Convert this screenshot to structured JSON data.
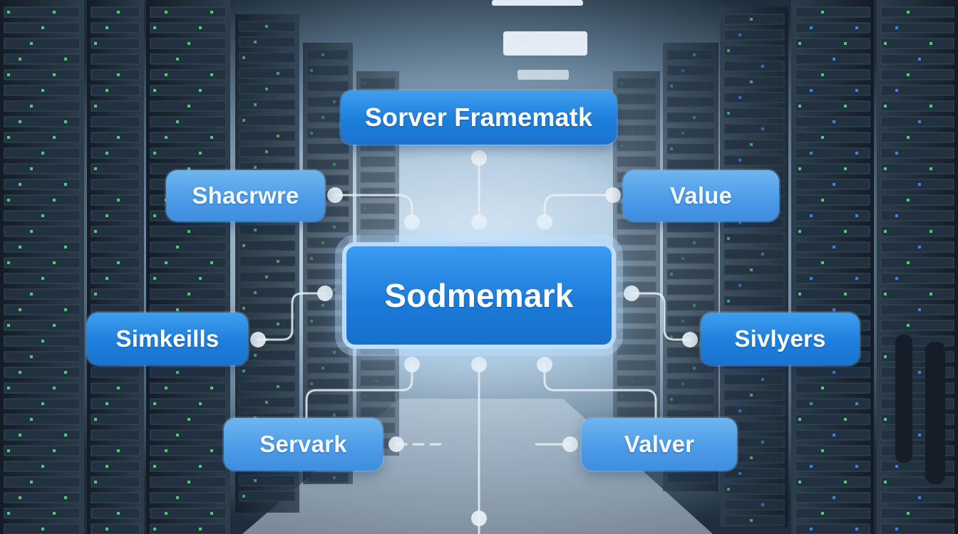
{
  "colors": {
    "node_primary": "#1d7fdc",
    "node_soft": "#4a9ae6",
    "connector": "#e8f0f6",
    "rack": "#141c24",
    "led_green": "#4fe36a",
    "led_blue": "#3f86ff",
    "ceiling_light": "#f4f8ff"
  },
  "icons": [
    "server-rack-background",
    "connector-dot"
  ],
  "diagram": {
    "top": {
      "label": "Sorver Framematk"
    },
    "center": {
      "label": "Sodmemark"
    },
    "upper_left": {
      "label": "Shacrwre"
    },
    "upper_right": {
      "label": "Value"
    },
    "mid_left": {
      "label": "Simkeills"
    },
    "mid_right": {
      "label": "Sivlyers"
    },
    "lower_left": {
      "label": "Servark"
    },
    "lower_right": {
      "label": "Valver"
    }
  }
}
